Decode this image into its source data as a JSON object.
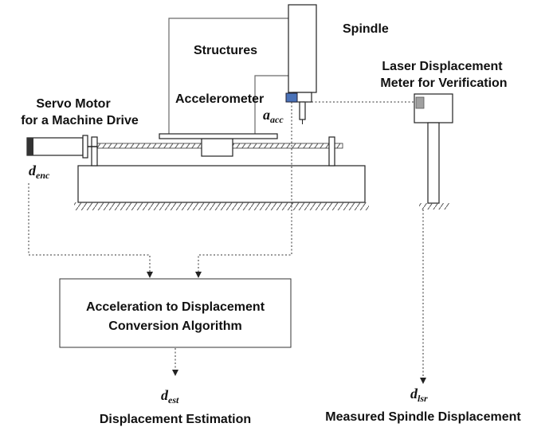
{
  "labels": {
    "spindle": "Spindle",
    "structures": "Structures",
    "laser_line1": "Laser Displacement",
    "laser_line2": "Meter for Verification",
    "servo_line1": "Servo Motor",
    "servo_line2": "for a Machine Drive",
    "accelerometer": "Accelerometer",
    "algorithm_line1": "Acceleration to Displacement",
    "algorithm_line2": "Conversion Algorithm",
    "estimation": "Displacement Estimation",
    "measured": "Measured Spindle Displacement"
  },
  "symbols": {
    "a_acc": {
      "base": "a",
      "sub": "acc"
    },
    "d_enc": {
      "base": "d",
      "sub": "enc"
    },
    "d_est": {
      "base": "d",
      "sub": "est"
    },
    "d_lsr": {
      "base": "d",
      "sub": "lsr"
    }
  },
  "colors": {
    "accelerometer": "#4a72b8",
    "laser_head": "#a0a0a0",
    "lines": "#6a6a6a"
  }
}
